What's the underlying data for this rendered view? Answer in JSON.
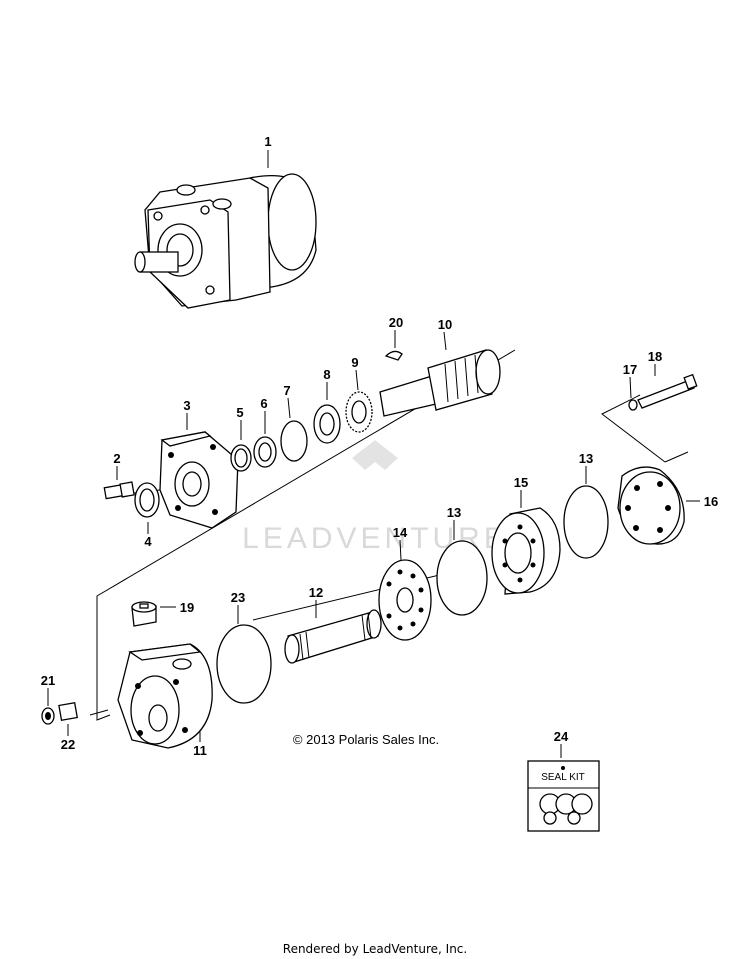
{
  "copyright": "© 2013 Polaris Sales Inc.",
  "footer": "Rendered by LeadVenture, Inc.",
  "watermark": "LEADVENTURE",
  "seal_kit_label": "SEAL KIT",
  "callouts": {
    "c1": "1",
    "c2": "2",
    "c3": "3",
    "c4": "4",
    "c5": "5",
    "c6": "6",
    "c7": "7",
    "c8": "8",
    "c9": "9",
    "c10": "10",
    "c11": "11",
    "c12": "12",
    "c13a": "13",
    "c13b": "13",
    "c14": "14",
    "c15": "15",
    "c16": "16",
    "c17": "17",
    "c18": "18",
    "c19": "19",
    "c20": "20",
    "c21": "21",
    "c22": "22",
    "c23": "23",
    "c24": "24"
  }
}
